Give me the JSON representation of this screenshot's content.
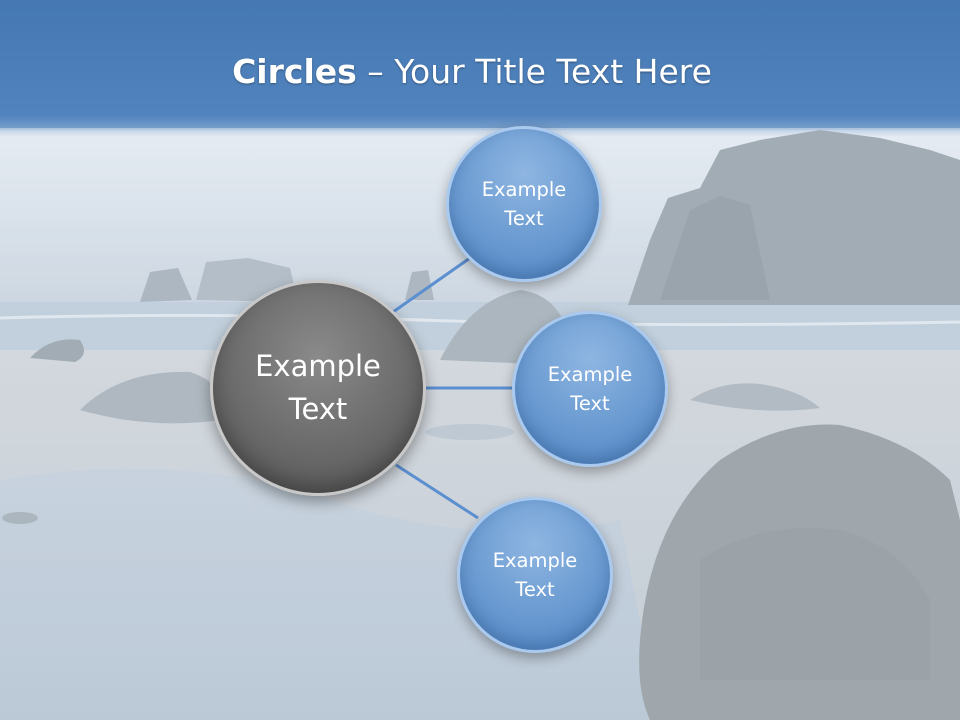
{
  "slide": {
    "title_bold": "Circles",
    "title_rest": " – Your Title Text Here",
    "center_node": {
      "line1": "Example",
      "line2": "Text"
    },
    "outer_nodes": [
      {
        "line1": "Example",
        "line2": "Text"
      },
      {
        "line1": "Example",
        "line2": "Text"
      },
      {
        "line1": "Example",
        "line2": "Text"
      }
    ]
  },
  "colors": {
    "header_blue": "#4a7db8",
    "node_blue": "#6c9cd2",
    "center_gray": "#6a6a6a",
    "connector": "#5b8fd0"
  }
}
